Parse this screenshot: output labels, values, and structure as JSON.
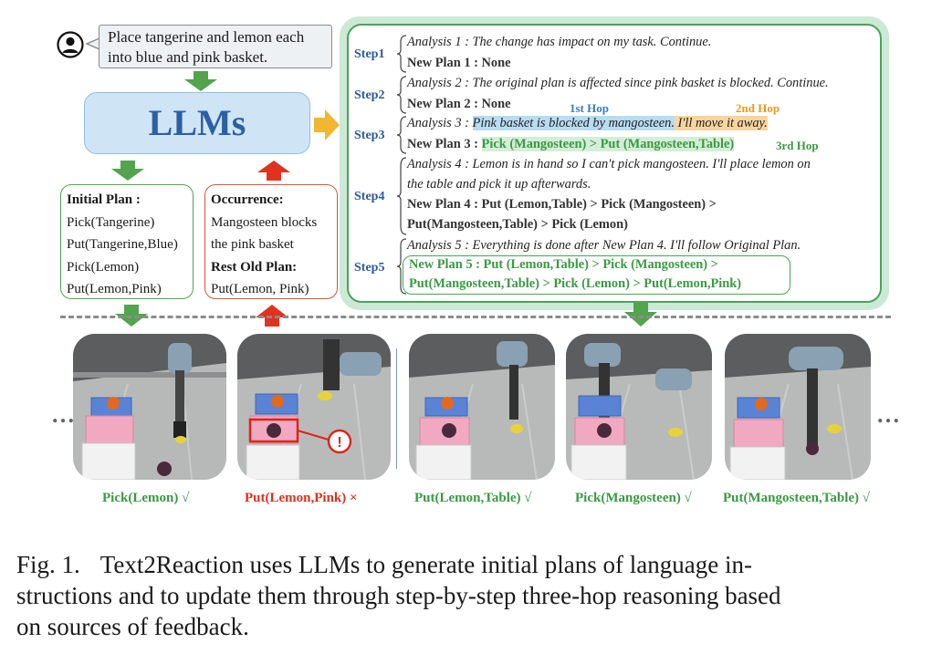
{
  "instruction": {
    "line1": "Place tangerine and lemon each",
    "line2": "into blue and pink basket."
  },
  "llm_label": "LLMs",
  "initial_plan": {
    "title": "Initial Plan :",
    "items": [
      "Pick(Tangerine)",
      "Put(Tangerine,Blue)",
      "Pick(Lemon)",
      "Put(Lemon,Pink)"
    ]
  },
  "occurrence": {
    "title": "Occurrence:",
    "line1": "Mangosteen blocks",
    "line2": "the pink basket",
    "rest_title": "Rest Old Plan:",
    "rest_item": "Put(Lemon, Pink)"
  },
  "steps": {
    "s1": {
      "label": "Step1",
      "analysis": "Analysis 1 : The change has impact on my task. Continue.",
      "plan": "New Plan 1 : None"
    },
    "s2": {
      "label": "Step2",
      "analysis": "Analysis 2 : The original plan is affected since pink basket is blocked. Continue.",
      "plan": "New Plan 2 : None"
    },
    "s3": {
      "label": "Step3",
      "analysis_prefix": "Analysis 3 : ",
      "hop1_text": "Pink basket is blocked by mangosteen.",
      "hop2_text": " I'll move it away.",
      "plan_prefix": "New Plan 3 : ",
      "plan_action": "Pick (Mangosteen) > Put (Mangosteen,Table)",
      "hop1_label": "1st Hop",
      "hop2_label": "2nd Hop",
      "hop3_label": "3rd Hop"
    },
    "s4": {
      "label": "Step4",
      "analysis_line1": "Analysis 4 : Lemon is in hand so I can't pick mangosteen. I'll place lemon on",
      "analysis_line2": "the table and pick it up afterwards.",
      "plan_line1": "New Plan 4 : Put (Lemon,Table) > Pick (Mangosteen) >",
      "plan_line2": "Put(Mangosteen,Table)  > Pick (Lemon)"
    },
    "s5": {
      "label": "Step5",
      "analysis": "Analysis 5 : Everything is done after New Plan 4. I'll follow Original Plan.",
      "plan_line1": "New Plan 5 : Put (Lemon,Table) > Pick (Mangosteen) >",
      "plan_line2": "Put(Mangosteen,Table)  > Pick (Lemon) > Put(Lemon,Pink)"
    }
  },
  "frames": [
    {
      "caption": "Pick(Lemon)  √"
    },
    {
      "caption": "Put(Lemon,Pink) ×"
    },
    {
      "caption": "Put(Lemon,Table) √"
    },
    {
      "caption": "Pick(Mangosteen) √"
    },
    {
      "caption": "Put(Mangosteen,Table) √"
    }
  ],
  "ellipsis": "…",
  "caption": {
    "label": "Fig. 1.",
    "text": "Text2Reaction uses LLMs to generate initial plans of language instructions and to update them through step-by-step three-hop reasoning based on sources of feedback.",
    "line1": "Text2Reaction uses LLMs to generate initial plans of language in-",
    "line2": "structions and to update them through step-by-step three-hop reasoning based",
    "line3": "on sources of feedback."
  },
  "colors": {
    "green": "#3a9a44",
    "red": "#d9321f",
    "blue": "#2f5fa3",
    "orange": "#f2b731"
  }
}
